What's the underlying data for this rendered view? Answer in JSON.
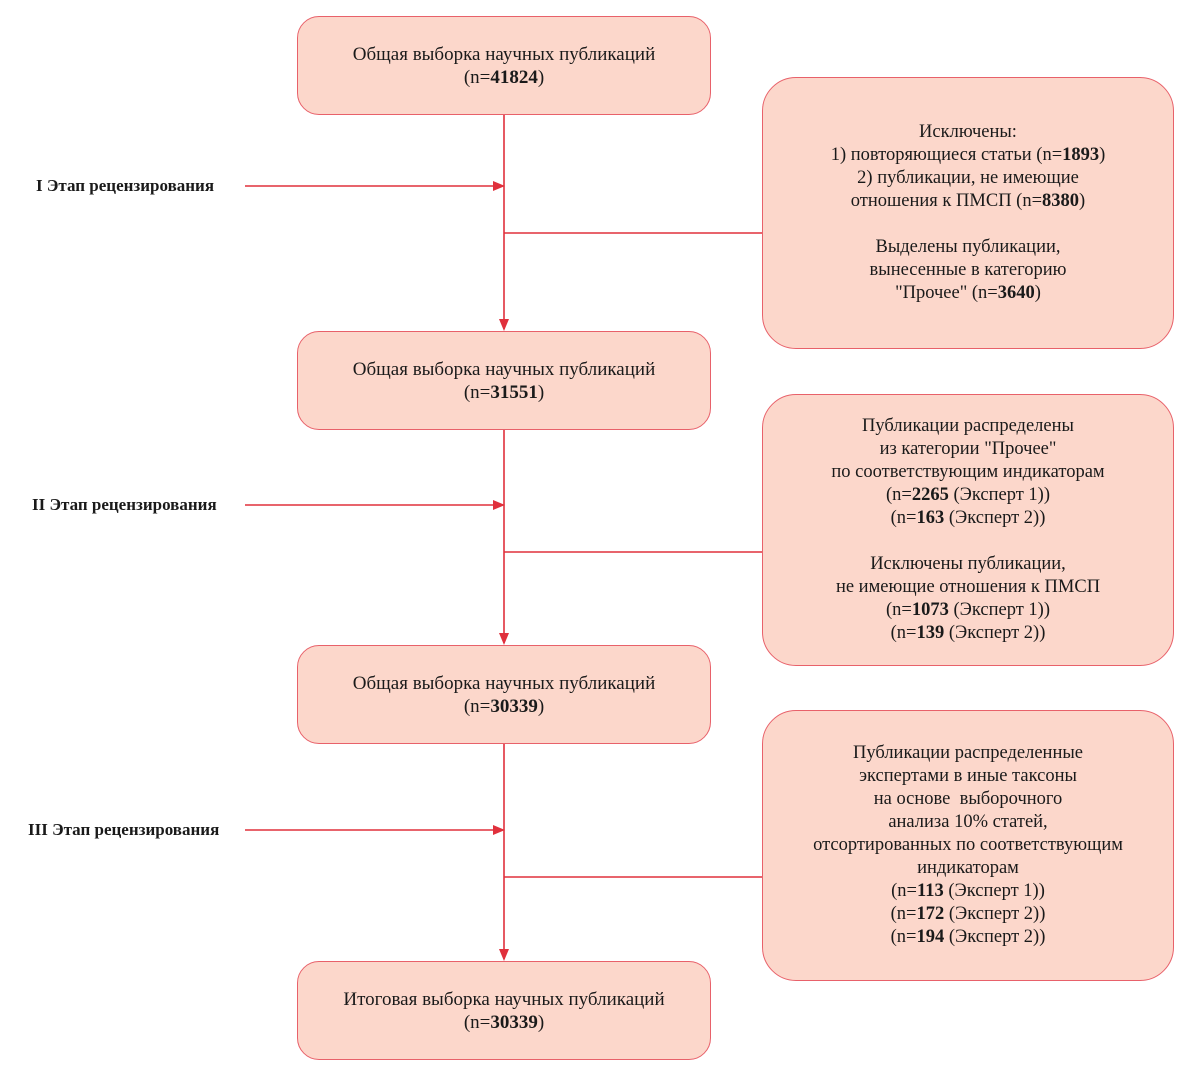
{
  "main_boxes": [
    {
      "title": "Общая выборка научных публикаций",
      "n_prefix": "(n=",
      "n_value": "41824",
      "n_suffix": ")"
    },
    {
      "title": "Общая выборка научных публикаций",
      "n_prefix": "(n=",
      "n_value": "31551",
      "n_suffix": ")"
    },
    {
      "title": "Общая выборка научных публикаций",
      "n_prefix": "(n=",
      "n_value": "30339",
      "n_suffix": ")"
    },
    {
      "title": "Итоговая выборка научных публикаций",
      "n_prefix": "(n=",
      "n_value": "30339",
      "n_suffix": ")"
    }
  ],
  "stages": [
    "I Этап рецензирования",
    "II Этап рецензирования",
    "III Этап рецензирования"
  ],
  "side_boxes": [
    {
      "l1": "Исключены:",
      "l2_pre": "1) повторяющиеся статьи (n=",
      "l2_num": "1893",
      "l2_post": ")",
      "l3": "2) публикации, не имеющие",
      "l4_pre": "отношения к ПМСП (n=",
      "l4_num": "8380",
      "l4_post": ")",
      "l5": "Выделены публикации,",
      "l6": "вынесенные в категорию",
      "l7_pre": "\"Прочее\" (n=",
      "l7_num": "3640",
      "l7_post": ")"
    },
    {
      "l1": "Публикации распределены",
      "l2": "из категории \"Прочее\"",
      "l3": "по соответствующим индикаторам",
      "l4_pre": "(n=",
      "l4_num": "2265",
      "l4_post": " (Эксперт 1))",
      "l5_pre": "(n=",
      "l5_num": "163",
      "l5_post": " (Эксперт 2))",
      "l6": "Исключены публикации,",
      "l7": "не имеющие отношения к ПМСП",
      "l8_pre": "(n=",
      "l8_num": "1073",
      "l8_post": " (Эксперт 1))",
      "l9_pre": "(n=",
      "l9_num": "139",
      "l9_post": " (Эксперт 2))"
    },
    {
      "l1": "Публикации распределенные",
      "l2": "экспертами в иные таксоны",
      "l3": "на основе  выборочного",
      "l4": "анализа 10% статей,",
      "l5": "отсортированных по соответствующим",
      "l6": "индикаторам",
      "l7_pre": "(n=",
      "l7_num": "113",
      "l7_post": " (Эксперт 1))",
      "l8_pre": "(n=",
      "l8_num": "172",
      "l8_post": " (Эксперт 2))",
      "l9_pre": "(n=",
      "l9_num": "194",
      "l9_post": " (Эксперт 2))"
    }
  ],
  "colors": {
    "box_fill": "#fcd7cb",
    "stroke": "#e8616a",
    "arrow": "#e0303c"
  }
}
